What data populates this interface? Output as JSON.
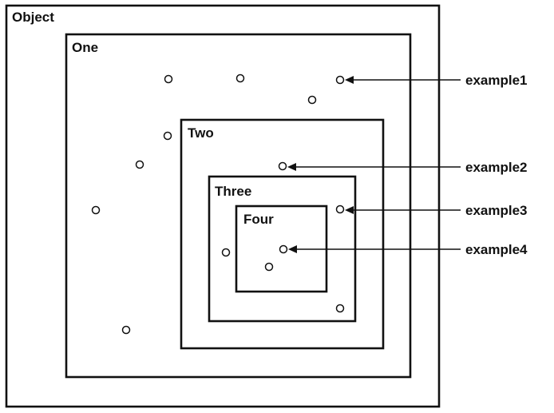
{
  "diagram": {
    "boxes": [
      {
        "id": "object",
        "label": "Object"
      },
      {
        "id": "one",
        "label": "One"
      },
      {
        "id": "two",
        "label": "Two"
      },
      {
        "id": "three",
        "label": "Three"
      },
      {
        "id": "four",
        "label": "Four"
      }
    ],
    "callouts": [
      {
        "id": "example1",
        "label": "example1"
      },
      {
        "id": "example2",
        "label": "example2"
      },
      {
        "id": "example3",
        "label": "example3"
      },
      {
        "id": "example4",
        "label": "example4"
      }
    ],
    "instance_marker": "open-circle",
    "colors": {
      "ink": "#111111",
      "background": "#ffffff"
    }
  }
}
